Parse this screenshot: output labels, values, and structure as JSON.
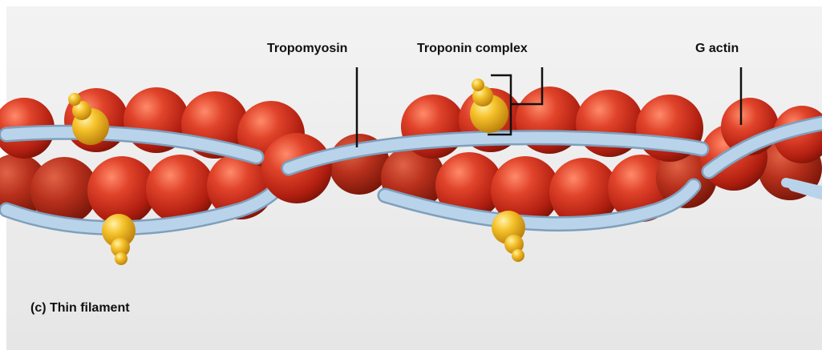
{
  "labels": {
    "tropomyosin": "Tropomyosin",
    "troponin_complex": "Troponin complex",
    "g_actin": "G actin"
  },
  "caption": "(c)  Thin filament",
  "colors": {
    "background_panel": "#eeeeee",
    "actin_red": "#d73a1f",
    "tropomyosin_blue": "#b9d3ea",
    "troponin_gold": "#f0b31a",
    "leader_line": "#111111"
  }
}
